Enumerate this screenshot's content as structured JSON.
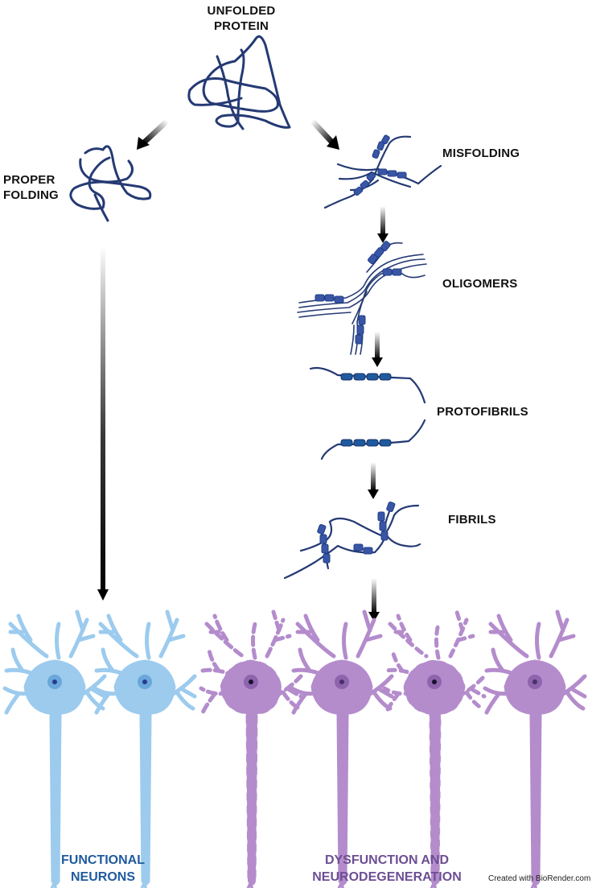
{
  "labels": {
    "unfolded": [
      "UNFOLDED",
      "PROTEIN"
    ],
    "proper": [
      "PROPER",
      "FOLDING"
    ],
    "misfolding": "MISFOLDING",
    "oligomers": "OLIGOMERS",
    "protofibrils": "PROTOFIBRILS",
    "fibrils": "FIBRILS",
    "functional": [
      "FUNCTIONAL",
      "NEURONS"
    ],
    "dysfunction": [
      "DYSFUNCTION AND",
      "NEURODEGENERATION"
    ],
    "credit": "Created with BioRender.com"
  },
  "colors": {
    "protein": "#253a74",
    "bead": "#3a55a6",
    "bead_dark": "#1f3f86",
    "healthy_neuron": "#9ccbee",
    "healthy_outline": "#6aa7da",
    "degenerate_neuron": "#b48ccc",
    "degenerate_outline": "#8e64ad",
    "functional_text": "#1f5a9e",
    "dysfunction_text": "#6d4e93"
  },
  "icons": {
    "arrows": "gradient-arrow-icon",
    "neurons": "neuron-icon"
  }
}
